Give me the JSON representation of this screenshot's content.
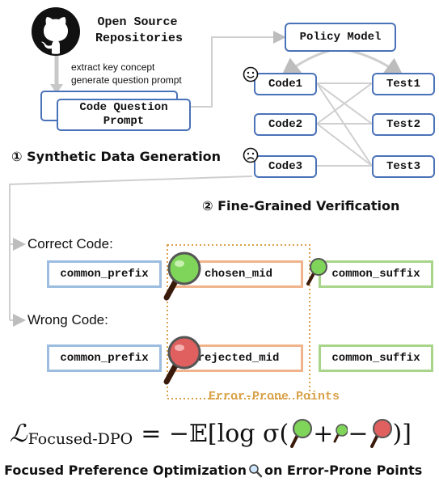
{
  "top": {
    "repo_title_line1": "Open Source",
    "repo_title_line2": "Repositories",
    "extract_line1": "extract key concept",
    "extract_line2": "generate question prompt",
    "prompt_line1": "Code Question",
    "prompt_line2": "Prompt",
    "policy_model": "Policy Model",
    "code1": "Code1",
    "code2": "Code2",
    "code3": "Code3",
    "test1": "Test1",
    "test2": "Test2",
    "test3": "Test3",
    "step1_title": "① Synthetic Data Generation",
    "step2_title": "② Fine-Grained Verification"
  },
  "verification": {
    "correct_label": "Correct Code:",
    "wrong_label": "Wrong Code:",
    "correct": {
      "prefix": "common_prefix",
      "mid": "chosen_mid",
      "suffix": "common_suffix"
    },
    "wrong": {
      "prefix": "common_prefix",
      "mid": "rejected_mid",
      "suffix": "common_suffix"
    },
    "error_prone_label": "Error-Prone Points"
  },
  "formula": {
    "lhs": "ℒ",
    "subscript": "Focused-DPO",
    "equals": "= −𝔼[log σ(",
    "plus": "+",
    "minus": "−",
    "close": ")]"
  },
  "footer": {
    "text_before": "③ Focused Preference Optimization",
    "text_after": "on Error-Prone Points"
  },
  "colors": {
    "blue_border": "#9cbde0",
    "orange_border": "#f0b48c",
    "green_border": "#a8d58a",
    "node_border": "#4a72b8",
    "error_prone": "#d9a24a",
    "lens_green": "#6ec24a",
    "lens_red": "#d85050"
  },
  "icons": [
    "github-logo-icon",
    "smile-face-icon",
    "frown-face-icon",
    "magnifier-green-icon",
    "magnifier-red-icon",
    "magnifier-small-icon"
  ]
}
